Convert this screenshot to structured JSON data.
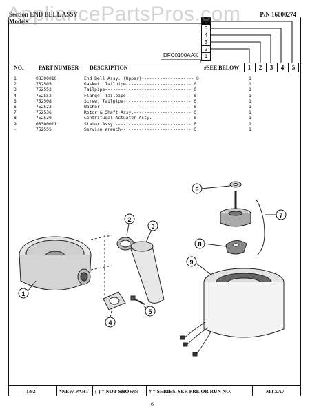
{
  "header": {
    "section_label": "Section",
    "section_title": "END BELL ASSY",
    "models_label": "Models",
    "part_no_label": "P/N",
    "part_no": "16000274"
  },
  "watermark": "AppliancePartsPros.com",
  "model_code": "DFC0100AAX",
  "ladder_boxes": [
    "5",
    "4",
    "3",
    "2",
    "1"
  ],
  "columns": {
    "no": "NO.",
    "part_number": "PART NUMBER",
    "description": "DESCRIPTION",
    "see_below": "#SEE BELOW",
    "series": [
      "1",
      "2",
      "3",
      "4",
      "5"
    ]
  },
  "parts": [
    {
      "no": "1",
      "part": "08300010",
      "desc": "End Bell Assy. (Upper)-------------------- 0",
      "qty": "1"
    },
    {
      "no": "2",
      "part": "752505",
      "desc": "Gasket, Tailpipe------------------------- 0",
      "qty": "1"
    },
    {
      "no": "3",
      "part": "752553",
      "desc": "Tailpipe--------------------------------- 0",
      "qty": "1"
    },
    {
      "no": "4",
      "part": "752552",
      "desc": "Flange, Tailpipe------------------------- 0",
      "qty": "1"
    },
    {
      "no": "5",
      "part": "752508",
      "desc": "Screw, Tailpipe-------------------------- 0",
      "qty": "1"
    },
    {
      "no": "6",
      "part": "752523",
      "desc": "Washer----------------------------------- 0",
      "qty": "1"
    },
    {
      "no": "7",
      "part": "752536",
      "desc": "Rotor & Shaft Assy.---------------------- 0",
      "qty": "1"
    },
    {
      "no": "8",
      "part": "752520",
      "desc": "Centrifugal Actuator Assy.--------------- 0",
      "qty": "1"
    },
    {
      "no": "9",
      "part": "08300011",
      "desc": "Stator Assy.----------------------------- 0",
      "qty": "1"
    },
    {
      "no": "-",
      "part": "752555",
      "desc": "Service Wrench--------------------------- 0",
      "qty": "1"
    }
  ],
  "callouts": [
    "1",
    "2",
    "3",
    "4",
    "5",
    "6",
    "7",
    "8",
    "9"
  ],
  "footer": {
    "date": "1/92",
    "new_part": "*NEW PART",
    "not_shown": "(-) = NOT SHOWN",
    "series_note": "# = SERIES, SER PRE OR RUN NO.",
    "code": "MTXA7"
  },
  "page_number": "6"
}
